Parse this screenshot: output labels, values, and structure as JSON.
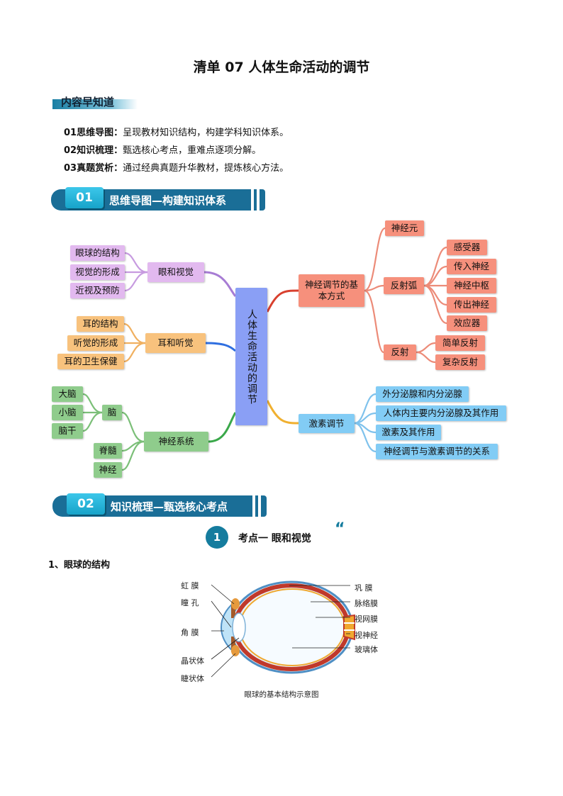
{
  "title": "清单 07  人体生命活动的调节",
  "section_label": "内容早知道",
  "intro": [
    {
      "head": "01思维导图：",
      "text": "呈现教材知识结构，构建学科知识体系。"
    },
    {
      "head": "02知识梳理：",
      "text": "甄选核心考点，重难点逐项分解。"
    },
    {
      "head": "03真题赏析：",
      "text": "通过经典真题升华教材，提炼核心方法。"
    }
  ],
  "banner1": {
    "num": "01",
    "label": "思维导图—构建知识体系"
  },
  "banner2": {
    "num": "02",
    "label": "知识梳理—甄选核心考点"
  },
  "mindmap": {
    "center": "人体生命活动的调节",
    "eye": {
      "label": "眼和视觉",
      "children": [
        "眼球的结构",
        "视觉的形成",
        "近视及预防"
      ]
    },
    "ear": {
      "label": "耳和听觉",
      "children": [
        "耳的结构",
        "听觉的形成",
        "耳的卫生保健"
      ]
    },
    "nerve": {
      "label": "神经系统",
      "brain": "脑",
      "brain_children": [
        "大脑",
        "小脑",
        "脑干"
      ],
      "others": [
        "脊髓",
        "神经"
      ]
    },
    "neural": {
      "label": "神经调节的基本方式",
      "neuron": "神经元",
      "arc": "反射弧",
      "arc_children": [
        "感受器",
        "传入神经",
        "神经中枢",
        "传出神经",
        "效应器"
      ],
      "reflex": "反射",
      "reflex_children": [
        "简单反射",
        "复杂反射"
      ]
    },
    "hormone": {
      "label": "激素调节",
      "children": [
        "外分泌腺和内分泌腺",
        "人体内主要内分泌腺及其作用",
        "激素及其作用",
        "神经调节与激素调节的关系"
      ]
    }
  },
  "key_point": {
    "num": "1",
    "text": "考点一  眼和视觉",
    "quote": "“"
  },
  "subheading": "1、眼球的结构",
  "eye_labels": {
    "left": [
      "虹  膜",
      "瞳  孔",
      "角  膜",
      "晶状体",
      "睫状体"
    ],
    "right": [
      "巩  膜",
      "脉络膜",
      "视网膜",
      "视神经",
      "玻璃体"
    ]
  },
  "caption": "眼球的基本结构示意图",
  "colors": {
    "banner": "#1a6e97",
    "accent": "#17a3c9",
    "eye_line": "#a77cd4",
    "ear_line": "#2f6fe0",
    "nerve_line": "#3aa84a",
    "neural_line": "#d8402e",
    "hormone_line": "#f0b030"
  }
}
